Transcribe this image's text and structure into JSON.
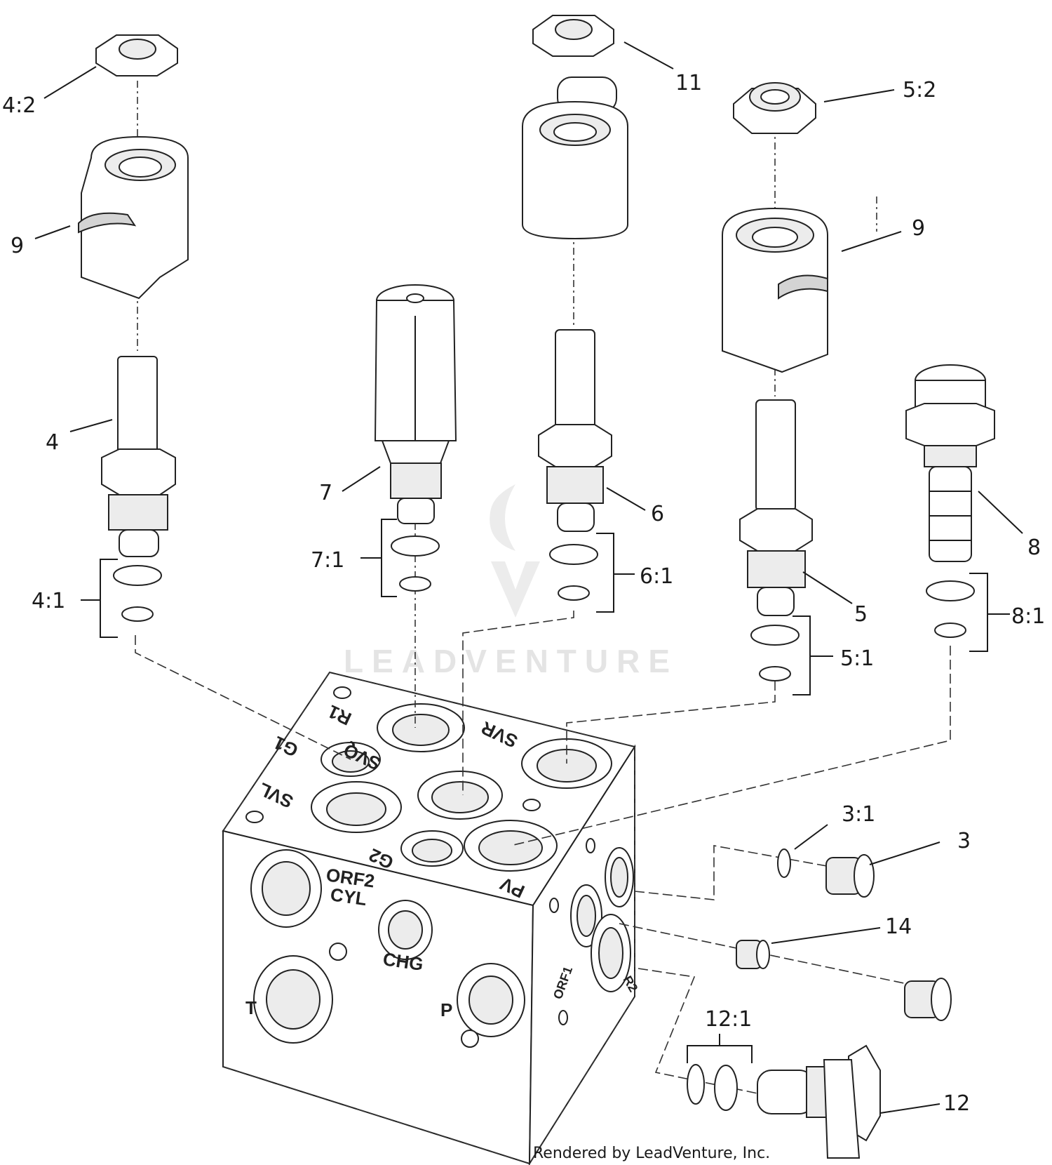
{
  "callouts": [
    {
      "id": "4:2",
      "text": "4:2"
    },
    {
      "id": "9a",
      "text": "9"
    },
    {
      "id": "4",
      "text": "4"
    },
    {
      "id": "4:1",
      "text": "4:1"
    },
    {
      "id": "11",
      "text": "11"
    },
    {
      "id": "7",
      "text": "7"
    },
    {
      "id": "7:1",
      "text": "7:1"
    },
    {
      "id": "6",
      "text": "6"
    },
    {
      "id": "6:1",
      "text": "6:1"
    },
    {
      "id": "5:2",
      "text": "5:2"
    },
    {
      "id": "9b",
      "text": "9"
    },
    {
      "id": "5",
      "text": "5"
    },
    {
      "id": "5:1",
      "text": "5:1"
    },
    {
      "id": "8",
      "text": "8"
    },
    {
      "id": "8:1",
      "text": "8:1"
    },
    {
      "id": "3:1",
      "text": "3:1"
    },
    {
      "id": "3",
      "text": "3"
    },
    {
      "id": "14",
      "text": "14"
    },
    {
      "id": "12:1",
      "text": "12:1"
    },
    {
      "id": "12",
      "text": "12"
    }
  ],
  "ports": {
    "r1": "R1",
    "g1": "G1",
    "svq": "SVQ",
    "svr": "SVR",
    "svl": "SVL",
    "g2": "G2",
    "pv": "PV",
    "orf2": "ORF2",
    "cyl": "CYL",
    "chg": "CHG",
    "t": "T",
    "p": "P",
    "orf1": "ORF1",
    "r2": "R2"
  },
  "watermark": "LEADVENTURE",
  "footer": "Rendered by LeadVenture, Inc."
}
